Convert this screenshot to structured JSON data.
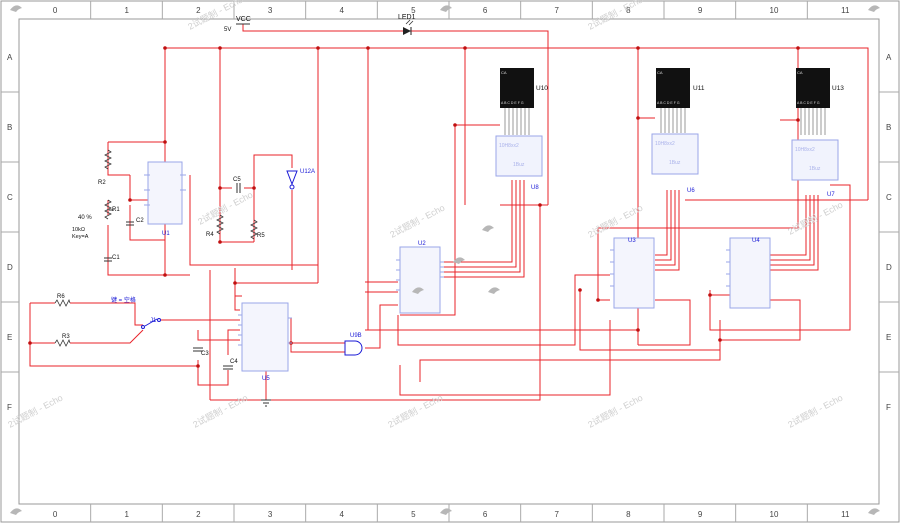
{
  "frame": {
    "columns": [
      "0",
      "1",
      "2",
      "3",
      "4",
      "5",
      "6",
      "7",
      "8",
      "9",
      "10",
      "11"
    ],
    "rows": [
      "A",
      "B",
      "C",
      "D",
      "E",
      "F"
    ]
  },
  "labels": {
    "vcc": "VCC",
    "vcc_volt": "5V",
    "led": "LED1",
    "r2": "R2",
    "r1": "R1",
    "pot_pct": "40 %",
    "pot_val": "10kΩ",
    "pot_key": "Key=A",
    "c1": "C1",
    "c2": "C2",
    "u1": "U1",
    "r4": "R4",
    "c5": "C5",
    "r5": "R5",
    "u12a": "U12A",
    "r6": "R6",
    "key_space": "键 = 空格",
    "j1": "J1",
    "r3": "R3",
    "c3": "C3",
    "c4": "C4",
    "u5": "U5",
    "u9b": "U9B",
    "u2": "U2",
    "u10": "U10",
    "u8": "U8",
    "u11": "U11",
    "u6": "U6",
    "u13": "U13",
    "u7": "U7",
    "u3": "U3",
    "u4": "U4",
    "disp_pins": "A B C D E F G",
    "disp_tag": "CA",
    "ic_text_a": "10H8xx2",
    "ic_text_b": "1Buz",
    "watermark": "2试题制 - Echo"
  },
  "colors": {
    "wire": "#e8232a",
    "component": "#5a5a8a",
    "ic_faded": "#9aa6e8",
    "grid": "#888888",
    "blue_label": "#1a1ad6"
  }
}
